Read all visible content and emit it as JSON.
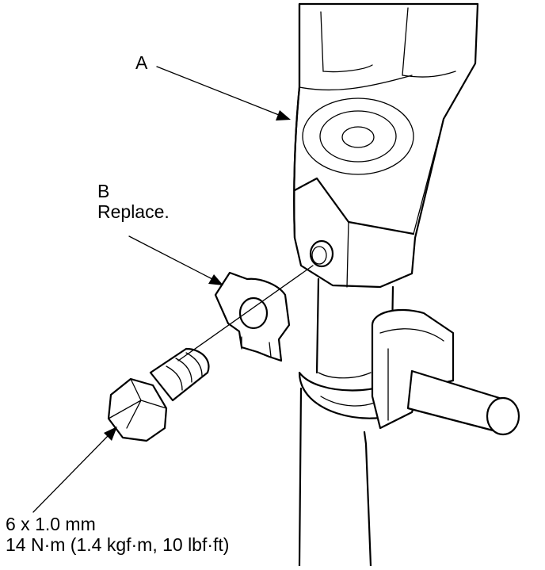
{
  "labels": {
    "a": "A",
    "b": "B",
    "b_note": "Replace.",
    "bolt_size": "6 x 1.0 mm",
    "torque": "14 N·m (1.4 kgf·m, 10 lbf·ft)"
  }
}
